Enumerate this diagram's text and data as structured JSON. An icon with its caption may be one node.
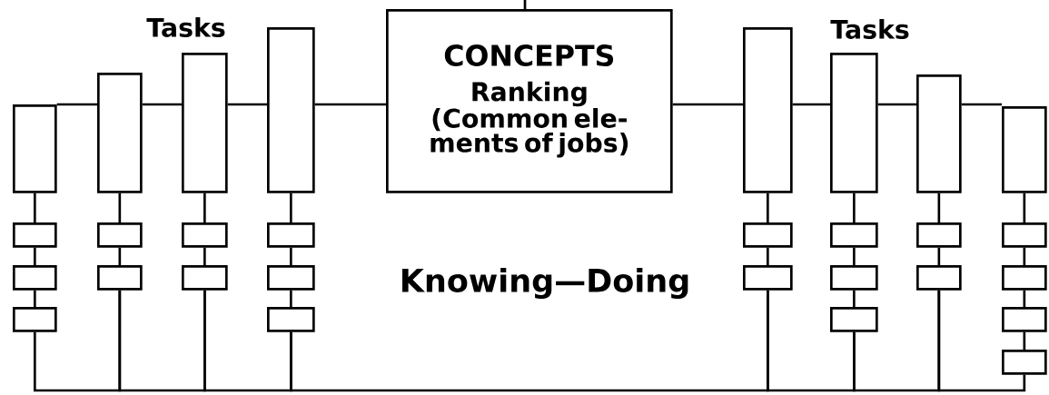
{
  "diagram": {
    "nodes": [
      {
        "text": [],
        "shape": "box"
      },
      {
        "text": [],
        "shape": "box"
      },
      {
        "text": [],
        "shape": "box"
      },
      {
        "text": [],
        "shape": "box"
      },
      {
        "text": [
          "CONCEPTS",
          "Ranking (Common ele- ments of jobs)"
        ]
      },
      {
        "text": [],
        "shape": "box"
      },
      {
        "text": [],
        "shape": "box"
      },
      {
        "text": [],
        "shape": "box"
      },
      {
        "text": [],
        "shape": "box"
      },
      {
        "text": [],
        "shape": "box"
      },
      {
        "text": [],
        "shape": "box"
      },
      {
        "text": [],
        "shape": "box"
      },
      {
        "text": [],
        "shape": "box"
      },
      {
        "text": [],
        "shape": "box"
      },
      {
        "text": [],
        "shape": "box"
      },
      {
        "text": [],
        "shape": "box"
      },
      {
        "text": [],
        "shape": "box"
      },
      {
        "text": [],
        "shape": "box"
      },
      {
        "text": [],
        "shape": "box"
      },
      {
        "text": [],
        "shape": "box"
      },
      {
        "text": [],
        "shape": "box"
      },
      {
        "text": [],
        "shape": "box"
      },
      {
        "text": [],
        "shape": "box"
      },
      {
        "text": [],
        "shape": "box"
      },
      {
        "text": [],
        "shape": "box"
      },
      {
        "text": [],
        "shape": "box"
      },
      {
        "text": [],
        "shape": "box"
      },
      {
        "text": [],
        "shape": "box"
      },
      {
        "text": [],
        "shape": "box"
      },
      {
        "text": [],
        "shape": "box"
      }
    ],
    "edges": [
      {
        "from": null,
        "to": 4,
        "arrow": "none"
      },
      {
        "from": 0,
        "to": 1,
        "arrow": "none"
      },
      {
        "from": 1,
        "to": 2,
        "arrow": "none"
      },
      {
        "from": 2,
        "to": 3,
        "arrow": "none"
      },
      {
        "from": 3,
        "to": 4,
        "arrow": "none"
      },
      {
        "from": 4,
        "to": 5,
        "arrow": "none"
      },
      {
        "from": 5,
        "to": 6,
        "arrow": "none"
      },
      {
        "from": 6,
        "to": 7,
        "arrow": "none"
      },
      {
        "from": 7,
        "to": 8,
        "arrow": "none"
      },
      {
        "from": 0,
        "to": 9,
        "arrow": "none"
      },
      {
        "from": 9,
        "to": 10,
        "arrow": "none"
      },
      {
        "from": 10,
        "to": 11,
        "arrow": "none"
      },
      {
        "from": 1,
        "to": 12,
        "arrow": "none"
      },
      {
        "from": 12,
        "to": 13,
        "arrow": "none"
      },
      {
        "from": 2,
        "to": 14,
        "arrow": "none"
      },
      {
        "from": 14,
        "to": 15,
        "arrow": "none"
      },
      {
        "from": 3,
        "to": 16,
        "arrow": "none"
      },
      {
        "from": 16,
        "to": 17,
        "arrow": "none"
      },
      {
        "from": 17,
        "to": 18,
        "arrow": "none"
      },
      {
        "from": 5,
        "to": 19,
        "arrow": "none"
      },
      {
        "from": 19,
        "to": 20,
        "arrow": "none"
      },
      {
        "from": 6,
        "to": 21,
        "arrow": "none"
      },
      {
        "from": 21,
        "to": 22,
        "arrow": "none"
      },
      {
        "from": 22,
        "to": 23,
        "arrow": "none"
      },
      {
        "from": 7,
        "to": 24,
        "arrow": "none"
      },
      {
        "from": 24,
        "to": 25,
        "arrow": "none"
      },
      {
        "from": 8,
        "to": 26,
        "arrow": "none"
      },
      {
        "from": 26,
        "to": 27,
        "arrow": "none"
      },
      {
        "from": 27,
        "to": 28,
        "arrow": "none"
      },
      {
        "from": 28,
        "to": 29,
        "arrow": "none"
      },
      {
        "from": 11,
        "to": 13,
        "arrow": "none"
      },
      {
        "from": 13,
        "to": 15,
        "arrow": "none"
      },
      {
        "from": 15,
        "to": 18,
        "arrow": "none"
      },
      {
        "from": 18,
        "to": 20,
        "arrow": "none"
      },
      {
        "from": 20,
        "to": 23,
        "arrow": "none"
      },
      {
        "from": 23,
        "to": 25,
        "arrow": "none"
      },
      {
        "from": 25,
        "to": 29,
        "arrow": "none"
      }
    ],
    "labels": [
      "Tasks",
      "Tasks",
      "Knowing—Doing"
    ]
  }
}
